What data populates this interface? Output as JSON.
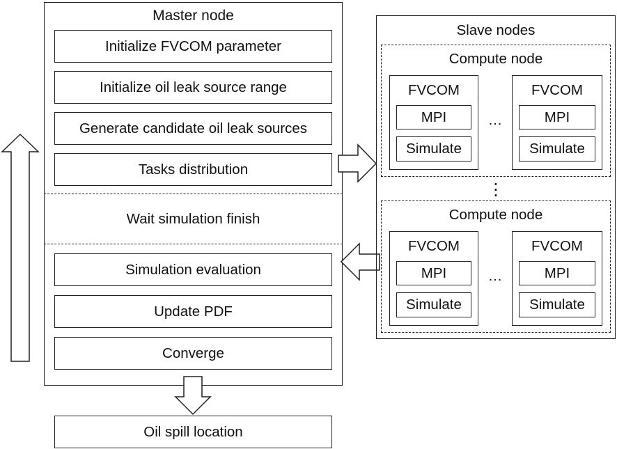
{
  "master": {
    "title": "Master node",
    "steps_top": [
      "Initialize FVCOM parameter",
      "Initialize oil leak source range",
      "Generate candidate oil leak sources",
      "Tasks distribution"
    ],
    "wait": "Wait simulation finish",
    "steps_bottom": [
      "Simulation evaluation",
      "Update PDF",
      "Converge"
    ]
  },
  "output": "Oil spill location",
  "slave": {
    "title": "Slave nodes",
    "compute_nodes": [
      {
        "title": "Compute node",
        "units": [
          {
            "name": "FVCOM",
            "mpi": "MPI",
            "simulate": "Simulate"
          },
          {
            "name": "FVCOM",
            "mpi": "MPI",
            "simulate": "Simulate"
          }
        ],
        "ellipsis": "…"
      },
      {
        "title": "Compute node",
        "units": [
          {
            "name": "FVCOM",
            "mpi": "MPI",
            "simulate": "Simulate"
          },
          {
            "name": "FVCOM",
            "mpi": "MPI",
            "simulate": "Simulate"
          }
        ],
        "ellipsis": "…"
      }
    ],
    "vertical_ellipsis": "⋮"
  }
}
